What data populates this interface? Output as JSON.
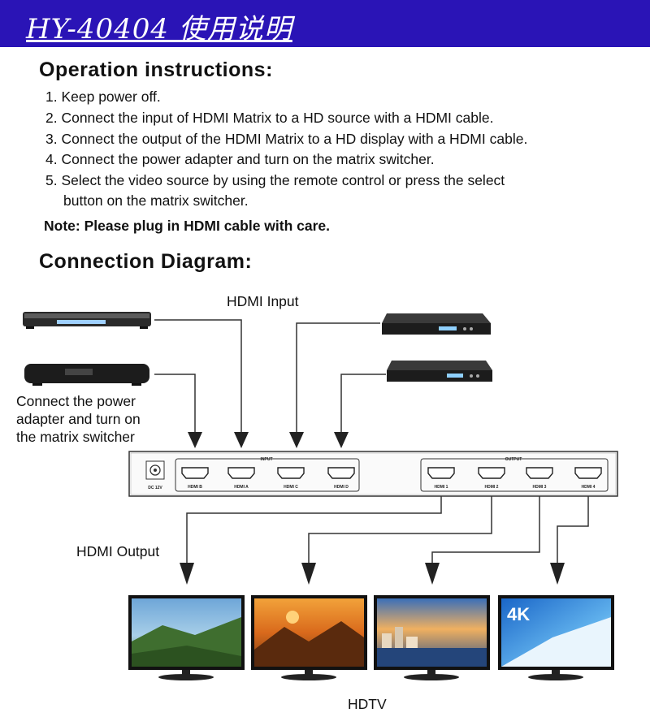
{
  "header": {
    "title": "HY-40404 使用说明"
  },
  "instructions": {
    "heading": "Operation instructions:",
    "steps": [
      "1. Keep power off.",
      "2. Connect the input of HDMI Matrix to a HD source with a HDMI cable.",
      "3. Connect the output of the HDMI Matrix to a HD display with a HDMI cable.",
      "4. Connect the power adapter and turn on the matrix switcher.",
      "5. Select the video source by using the remote control or press the select",
      "button on the matrix switcher."
    ],
    "note": "Note: Please plug in HDMI cable with care."
  },
  "diagram": {
    "heading": "Connection Diagram:",
    "hdmi_input_label": "HDMI Input",
    "power_note": [
      "Connect the power",
      "adapter and turn on",
      "the matrix switcher"
    ],
    "hdmi_output_label": "HDMI Output",
    "hdtv_label": "HDTV",
    "panel": {
      "input_title": "INPUT",
      "output_title": "OUTPUT",
      "dc_label": "DC 12V",
      "inputs": [
        "HDMI B",
        "HDMI A",
        "HDMI C",
        "HDMI D"
      ],
      "outputs": [
        "HDMI 1",
        "HDMI 2",
        "HDMI 3",
        "HDMI 4"
      ]
    },
    "tv4_badge": "4K"
  },
  "colors": {
    "banner": "#2a14b6",
    "line": "#333333",
    "device": "#1c1c1c"
  }
}
